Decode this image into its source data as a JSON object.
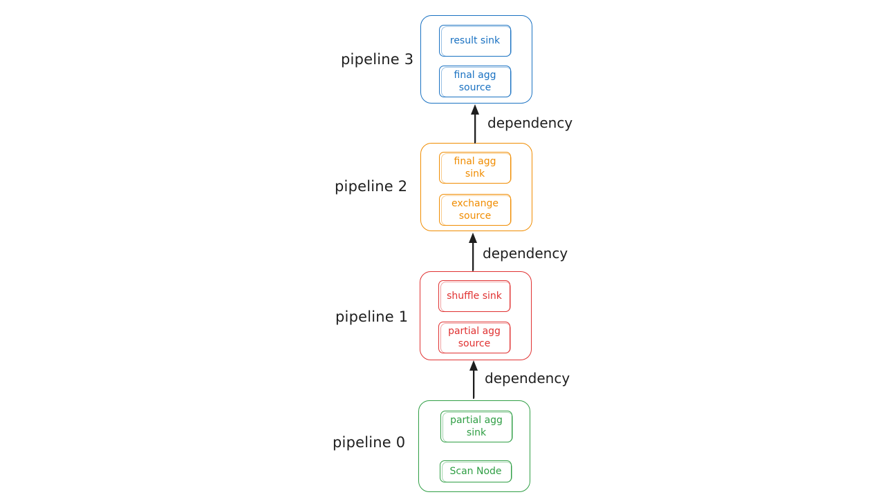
{
  "colors": {
    "pipeline_3": "#1971c2",
    "pipeline_2": "#f08c00",
    "pipeline_1": "#e03131",
    "pipeline_0": "#2f9e44",
    "text": "#1e1e1e"
  },
  "pipelines": [
    {
      "label": "pipeline 3",
      "operators": [
        "result sink",
        "final agg\nsource"
      ]
    },
    {
      "label": "pipeline 2",
      "operators": [
        "final agg\nsink",
        "exchange\nsource"
      ]
    },
    {
      "label": "pipeline 1",
      "operators": [
        "shuffle sink",
        "partial agg\nsource"
      ]
    },
    {
      "label": "pipeline 0",
      "operators": [
        "partial agg\nsink",
        "Scan Node"
      ]
    }
  ],
  "edges": [
    {
      "label": "dependency"
    },
    {
      "label": "dependency"
    },
    {
      "label": "dependency"
    }
  ]
}
